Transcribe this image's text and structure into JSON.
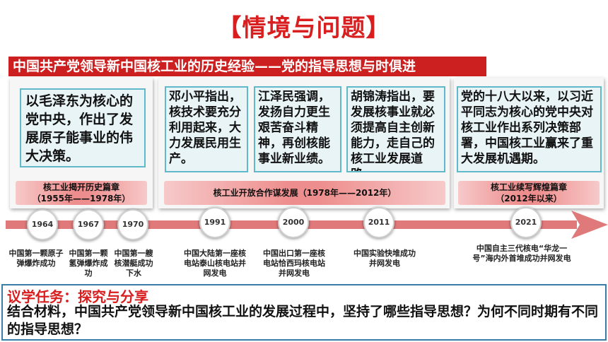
{
  "title": "【情境与问题】",
  "banner": "中国共产党领导新中国核工业的历史经验——党的指导思想与时俱进",
  "cards": [
    {
      "id": "mao",
      "text": "以毛泽东为核心的党中央，作出了发展原子能事业的伟大决策。"
    },
    {
      "id": "deng",
      "text": "邓小平指出，核技术要充分利用起来，大力发展民用生产。"
    },
    {
      "id": "jiang",
      "text": "江泽民强调，发扬自力更生艰苦奋斗精神，再创核能事业新业绩。"
    },
    {
      "id": "hu",
      "text": "胡锦涛指出，要发展核事业就必须提高自主创新能力，走自己的核工业发展道路。"
    },
    {
      "id": "xi",
      "text": "党的十八大以来，以习近平同志为核心的党中央对核工业作出系列决策部署，中国核工业赢来了重大发展机遇期。"
    }
  ],
  "eras": [
    {
      "name": "核工业揭开历史篇章",
      "period": "（1955年——1978年）"
    },
    {
      "name": "核工业开放合作谋发展（1978年——2012年）",
      "period": ""
    },
    {
      "name": "核工业续写辉煌篇章",
      "period": "（2012年以来）"
    }
  ],
  "milestones": [
    {
      "year": "1964",
      "event": "中国第一颗原子弹爆炸成功"
    },
    {
      "year": "1967",
      "event": "中国第一颗氢弹爆炸成功"
    },
    {
      "year": "1970",
      "event": "中国第一艘核潜艇成功下水"
    },
    {
      "year": "1991",
      "event": "中国大陆第一座核电站泰山核电站并网发电"
    },
    {
      "year": "2000",
      "event": "中国出口第一座核电站恰西玛核电站并网发电"
    },
    {
      "year": "2011",
      "event": "中国实验快堆成功并网发电"
    },
    {
      "year": "2021",
      "event": "中国自主三代核电“华龙一号”海内外首堆成功并网发电"
    }
  ],
  "task": {
    "title": "议学任务：探究与分享",
    "body": "结合材料，中国共产党领导新中国核工业的发展过程中，坚持了哪些指导思想？为何不同时期有不同的指导思想？"
  },
  "colors": {
    "accent_red": "#d81e1e",
    "banner_red": "#cc1f1f",
    "card_border": "#5fb9c9",
    "timeline": "#e07a7a"
  }
}
